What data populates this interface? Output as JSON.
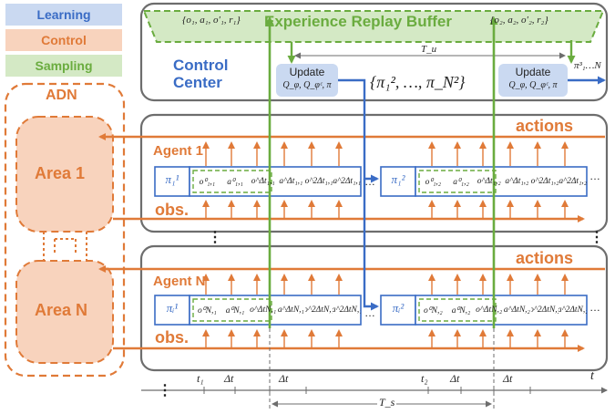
{
  "colors": {
    "learning": "#3a6cc5",
    "learning_fill": "#cad9f1",
    "control": "#e07a38",
    "control_fill": "#f8d3bd",
    "sampling": "#6aac3f",
    "sampling_fill": "#d4e9c5",
    "frame": "#6d6d6d",
    "text": "#222222"
  },
  "legend": {
    "learning": "Learning",
    "control": "Control",
    "sampling": "Sampling"
  },
  "adn": {
    "title": "ADN",
    "area_1": "Area 1",
    "area_n": "Area N"
  },
  "control_center": {
    "title": "Control Center",
    "buffer_title": "Experience Replay Buffer",
    "tuple_1": "{o₁, a₁, o′₁, r₁}",
    "tuple_2": "{o₂, a₂, o′₂, r₂}",
    "update_label": "Update",
    "update_params": "Q_φ, Q_φᶜ, π",
    "policy_set": "{π₁², …, π_N²}",
    "policy_next": "π³₁…N",
    "period_update": "T_u"
  },
  "agents": [
    {
      "name": "Agent 1",
      "actions_label": "actions",
      "obs_label": "obs.",
      "policy_1": "π₁¹",
      "policy_2": "π₁²",
      "cells_1": [
        "o⁰₁,₁",
        "a⁰₁,₁",
        "o^Δt₁,₁",
        "a^Δt₁,₁",
        "o^2Δt₁,₁",
        "a^2Δt₁,₁"
      ],
      "cells_2": [
        "o⁰₁,₂",
        "a⁰₁,₂",
        "o^Δt₁,₂",
        "a^Δt₁,₂",
        "o^2Δt₁,₂",
        "a^2Δt₁,₂"
      ]
    },
    {
      "name": "Agent N",
      "actions_label": "actions",
      "obs_label": "obs.",
      "policy_1": "πᵢ¹",
      "policy_2": "πᵢ²",
      "cells_1": [
        "o⁰N,₁",
        "a⁰N,₁",
        "o^ΔtN,₁",
        "a^ΔtN,₁",
        "o^2ΔtN,₁",
        "a^2ΔtN,₁"
      ],
      "cells_2": [
        "o⁰N,₂",
        "a⁰N,₂",
        "o^ΔtN,₂",
        "a^ΔtN,₂",
        "o^2ΔtN,₂",
        "a^2ΔtN,₂"
      ]
    }
  ],
  "timeline": {
    "t1": "t₁",
    "t2": "t₂",
    "dt": "Δt",
    "t": "t",
    "period_sampling": "T_s"
  },
  "ellipsis": "…",
  "vdots": "⋮"
}
